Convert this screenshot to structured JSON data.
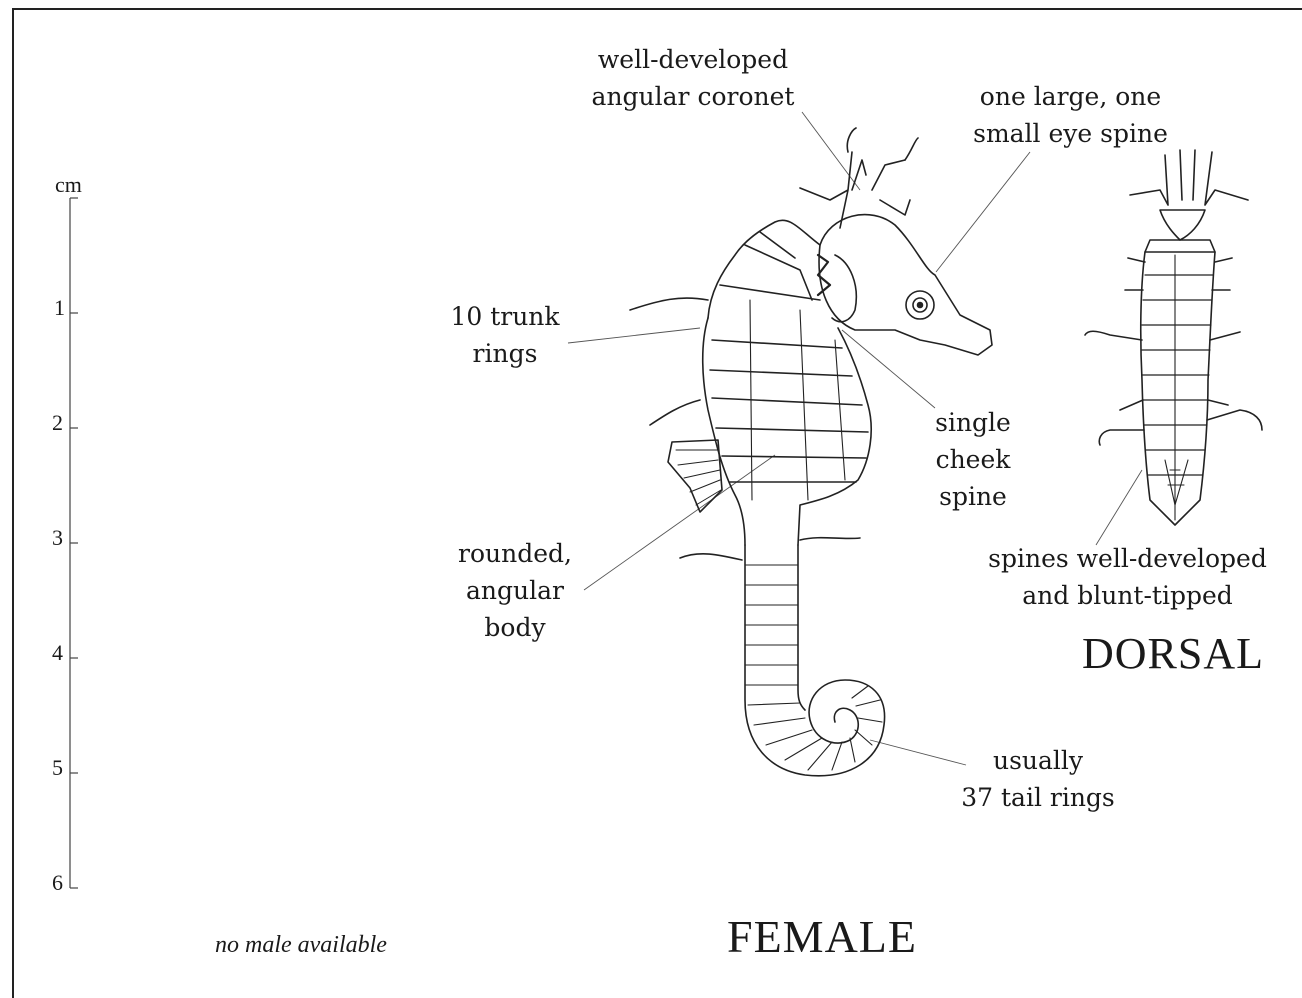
{
  "scale": {
    "unit": "cm",
    "ticks": [
      "1",
      "2",
      "3",
      "4",
      "5",
      "6"
    ]
  },
  "labels": {
    "coronet": [
      "well-developed",
      "angular coronet"
    ],
    "eye_spine": [
      "one large, one",
      "small eye spine"
    ],
    "trunk_rings": [
      "10 trunk",
      "rings"
    ],
    "cheek_spine": [
      "single",
      "cheek",
      "spine"
    ],
    "body": [
      "rounded,",
      "angular",
      "body"
    ],
    "dorsal_spines": [
      "spines well-developed",
      "and blunt-tipped"
    ],
    "tail_rings": [
      "usually",
      "37 tail rings"
    ]
  },
  "views": {
    "female": "FEMALE",
    "dorsal": "DORSAL"
  },
  "note": "no male available"
}
